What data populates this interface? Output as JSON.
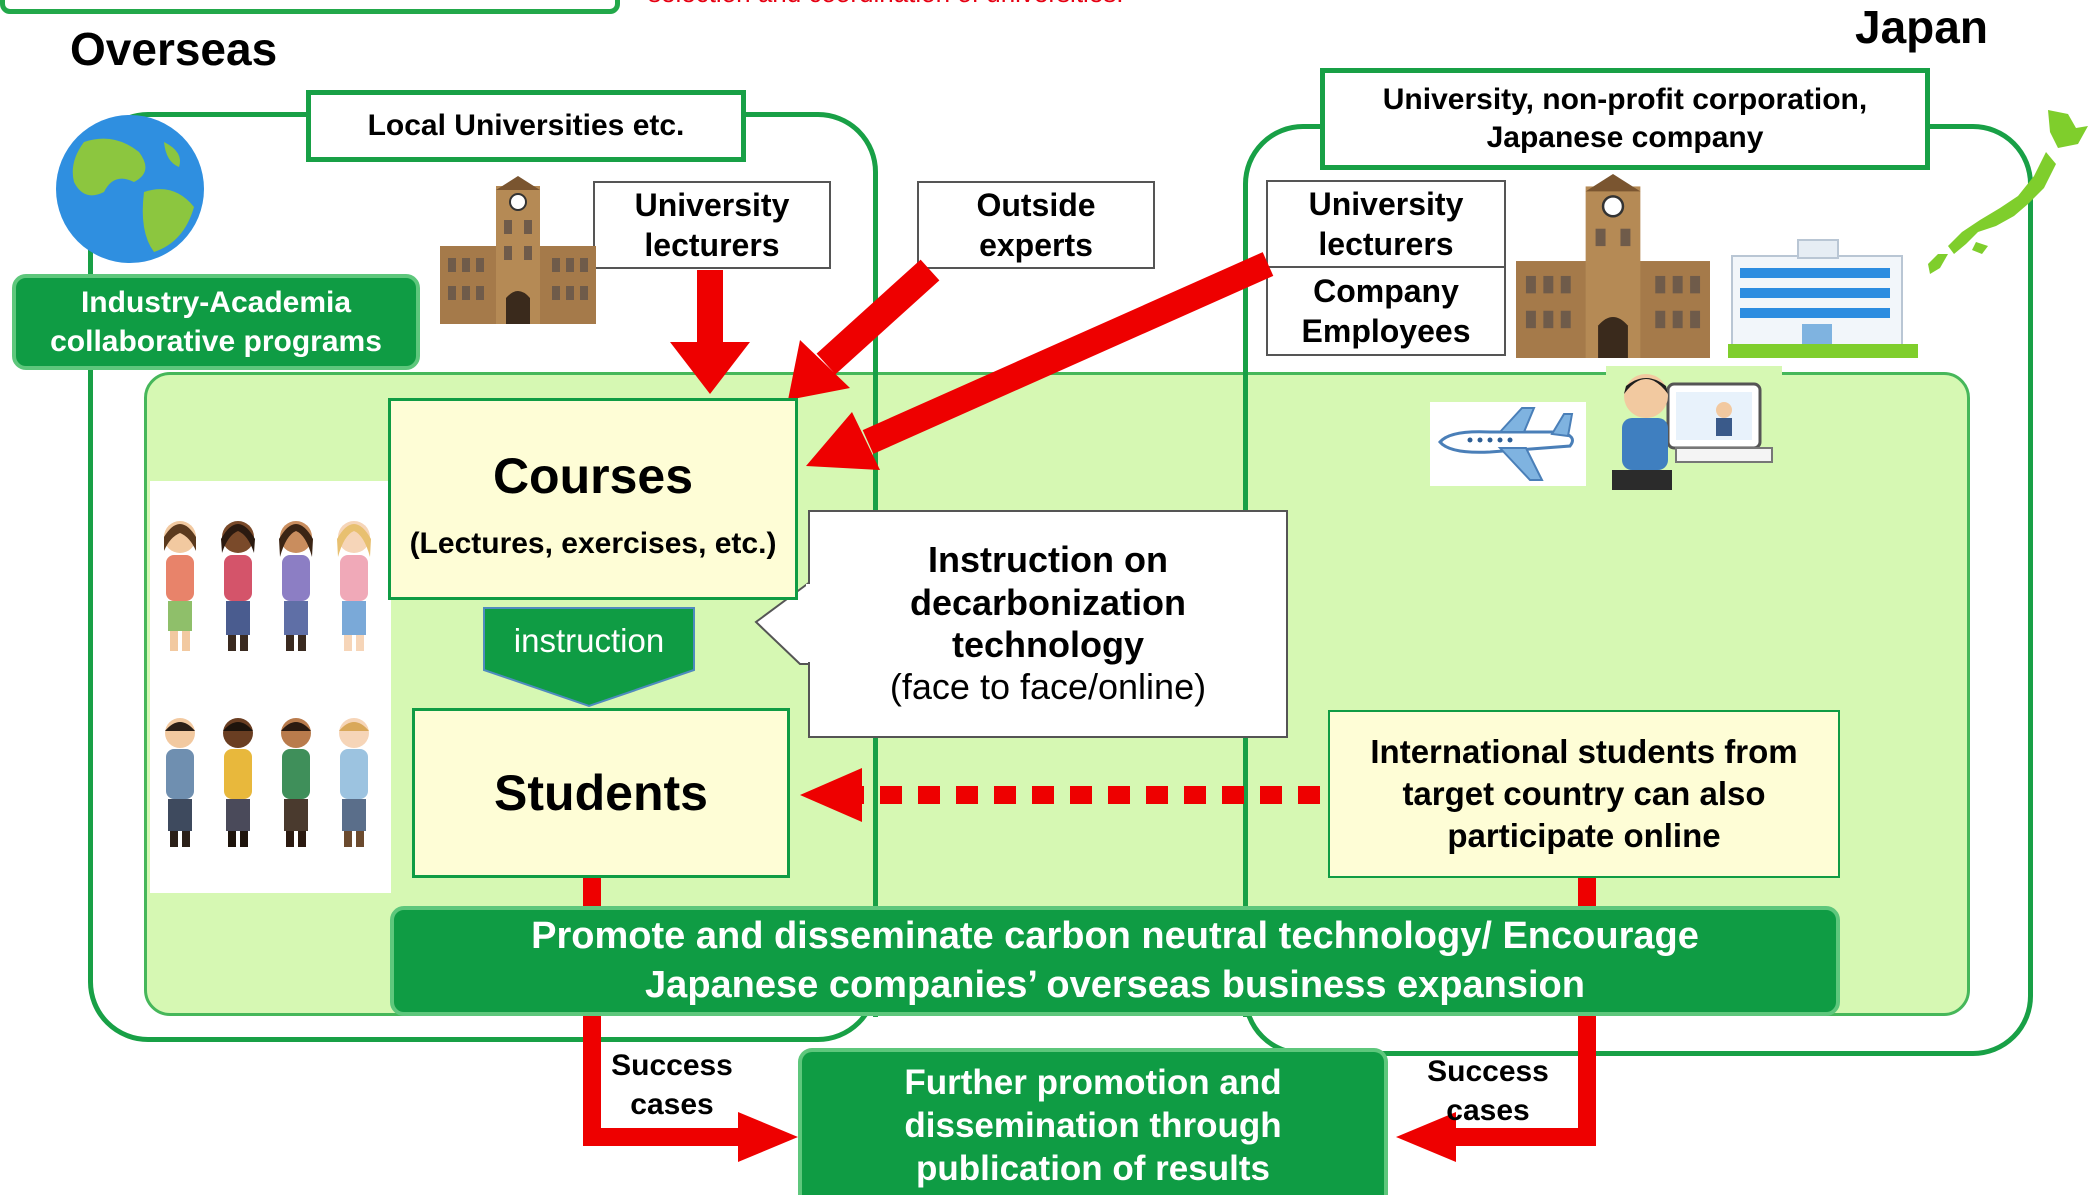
{
  "header": {
    "note": "selection and coordination of universities."
  },
  "regions": {
    "overseas_title": "Overseas",
    "japan_title": "Japan",
    "local_universities": "Local Universities etc.",
    "japan_orgs": [
      "University, non-profit corporation,",
      "Japanese company"
    ],
    "industry_academia": [
      "Industry-Academia",
      "collaborative programs"
    ]
  },
  "providers": {
    "overseas_lecturers": [
      "University",
      "lecturers"
    ],
    "outside_experts": [
      "Outside",
      "experts"
    ],
    "japan_lecturers": [
      "University",
      "lecturers"
    ],
    "company_employees": [
      "Company",
      "Employees"
    ]
  },
  "core": {
    "courses_title": "Courses",
    "courses_sub": "(Lectures, exercises, etc.)",
    "instruction_label": "instruction",
    "students": "Students",
    "decarb_callout": [
      "Instruction on",
      "decarbonization",
      "technology",
      "(face to face/online)"
    ],
    "intl_students": [
      "International students from",
      "target country can also",
      "participate online"
    ]
  },
  "outcomes": {
    "promote_banner": [
      "Promote and disseminate carbon neutral technology/ Encourage",
      "Japanese companies’ overseas business expansion"
    ],
    "success_left": [
      "Success",
      "cases"
    ],
    "success_right": [
      "Success",
      "cases"
    ],
    "further_promotion": [
      "Further promotion and",
      "dissemination through",
      "publication of results"
    ]
  },
  "colors": {
    "region_green": "#18a046",
    "zone_fill": "#d6f8b3",
    "badge_green": "#0f9c44",
    "course_fill": "#fefdd6",
    "arrow_red": "#ee0000"
  },
  "icons": [
    "globe-icon",
    "japan-map-icon",
    "university-building-icon",
    "office-building-icon",
    "airplane-icon",
    "online-learner-icon",
    "student-group-icon"
  ]
}
